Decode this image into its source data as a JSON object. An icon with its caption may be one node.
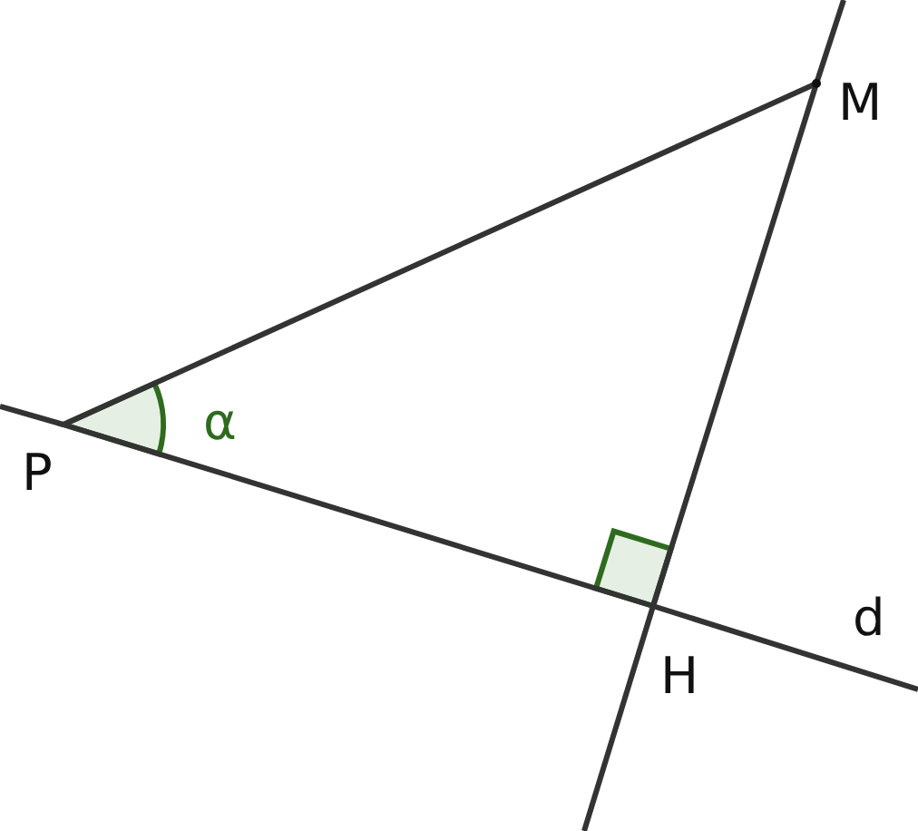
{
  "diagram": {
    "nodes": [
      {
        "text": [
          "P"
        ]
      },
      {
        "text": [
          "M"
        ]
      },
      {
        "text": [
          "H"
        ]
      }
    ],
    "edges": [
      {
        "from": 0,
        "to": 1,
        "arrow": "none"
      },
      {
        "from": 0,
        "to": 2,
        "arrow": "none"
      },
      {
        "from": 2,
        "to": 1,
        "arrow": "none"
      }
    ],
    "labels": [
      "α",
      "d"
    ]
  }
}
